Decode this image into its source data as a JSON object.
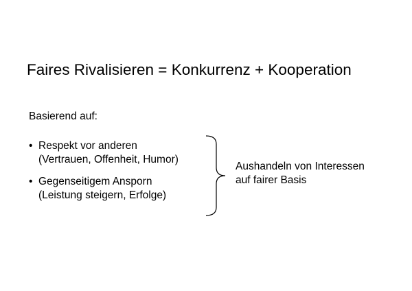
{
  "slide": {
    "title": "Faires Rivalisieren = Konkurrenz + Kooperation",
    "subtitle": "Basierend auf:",
    "bullets": [
      {
        "symbol": "•",
        "main": "Respekt vor anderen",
        "detail": "(Vertrauen, Offenheit, Humor)"
      },
      {
        "symbol": "•",
        "main": "Gegenseitigem  Ansporn",
        "detail": "(Leistung steigern, Erfolge)"
      }
    ],
    "brace_icon": "right-curly-brace-icon",
    "result": {
      "line1": "Aushandeln von Interessen",
      "line2": "auf fairer Basis"
    }
  }
}
